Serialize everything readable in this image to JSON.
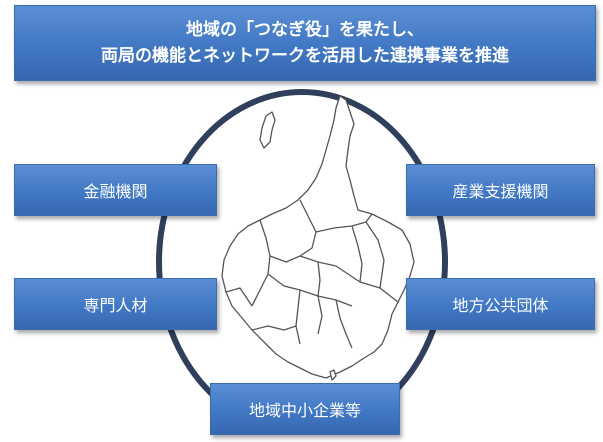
{
  "header": {
    "line1": "地域の「つなぎ役」を果たし、",
    "line2": "両局の機能とネットワークを活用した連携事業を推進"
  },
  "partners": {
    "finance": "金融機関",
    "industry_support": "産業支援機関",
    "experts": "専門人材",
    "local_government": "地方公共団体",
    "sme": "地域中小企業等"
  },
  "colors": {
    "box_fill": "#4178c4",
    "ring_stroke": "#2f3f5c",
    "map_stroke": "#555555"
  },
  "icons": {
    "map": "japan-regional-map-icon"
  }
}
